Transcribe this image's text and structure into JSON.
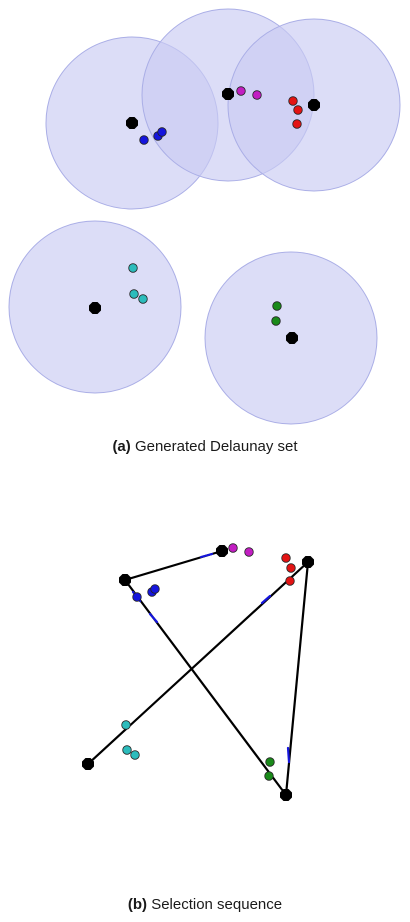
{
  "panel_a": {
    "caption_tag": "(a)",
    "caption_text": "Generated Delaunay set"
  },
  "panel_b": {
    "caption_tag": "(b)",
    "caption_text": "Selection sequence"
  },
  "colors": {
    "circle_fill": "#c9cbf3",
    "circle_stroke": "#aaaee6",
    "center": "#000000",
    "blue": "#1515dd",
    "magenta": "#c21ec2",
    "red": "#e31414",
    "cyan": "#2cbcbc",
    "green": "#1a8a1a",
    "path": "#000000"
  }
}
